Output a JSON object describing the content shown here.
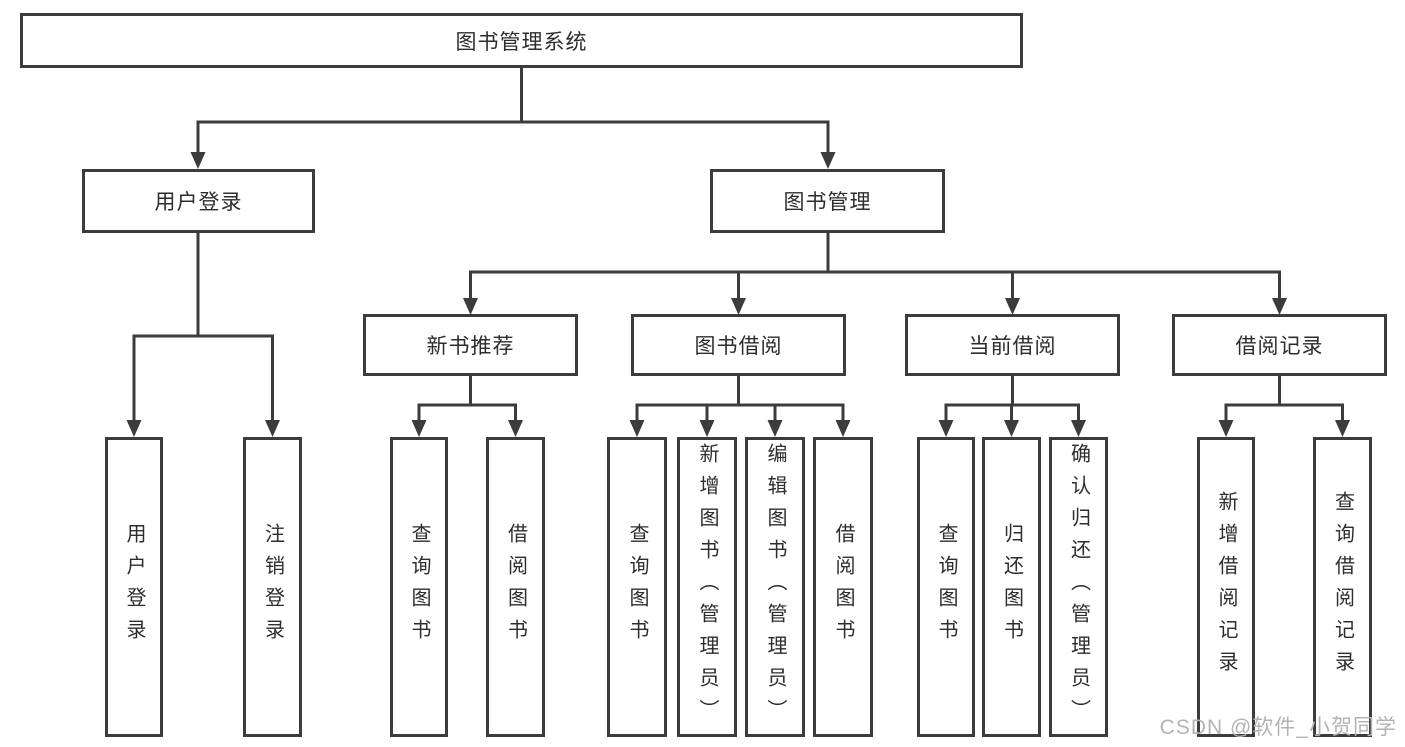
{
  "root": {
    "label": "图书管理系统"
  },
  "level2": [
    {
      "label": "用户登录"
    },
    {
      "label": "图书管理"
    }
  ],
  "level3": [
    {
      "label": "新书推荐"
    },
    {
      "label": "图书借阅"
    },
    {
      "label": "当前借阅"
    },
    {
      "label": "借阅记录"
    }
  ],
  "leaves": [
    {
      "label": "用户登录"
    },
    {
      "label": "注销登录"
    },
    {
      "label": "查询图书"
    },
    {
      "label": "借阅图书"
    },
    {
      "label": "查询图书"
    },
    {
      "label": "新增图书（管理员）"
    },
    {
      "label": "编辑图书（管理员）"
    },
    {
      "label": "借阅图书"
    },
    {
      "label": "查询图书"
    },
    {
      "label": "归还图书"
    },
    {
      "label": "确认归还（管理员）"
    },
    {
      "label": "新增借阅记录"
    },
    {
      "label": "查询借阅记录"
    }
  ],
  "watermark": {
    "text": "CSDN @软件_小贺同学"
  },
  "colors": {
    "line": "#3c3c3c",
    "text": "#2d2d2d",
    "watermark": "#b3b3b3",
    "background": "#ffffff"
  }
}
